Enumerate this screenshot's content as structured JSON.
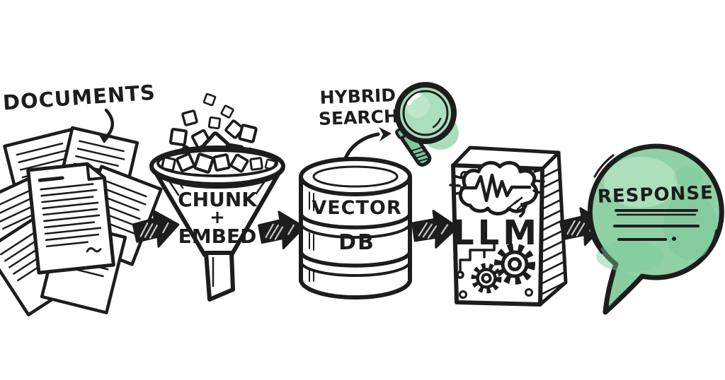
{
  "diagram_type": "hand-drawn RAG pipeline flow",
  "colors": {
    "ink": "#1d1d1d",
    "paper": "#ffffff",
    "green": "#8fd1a5",
    "green_light": "#b7e3c6",
    "green_mid": "#9bd7b0",
    "green_dark": "#7cc79a"
  },
  "flow": {
    "documents": {
      "label": "DOCUMENTS"
    },
    "chunk_embed": {
      "line1": "CHUNK",
      "line2": "+",
      "line3": "EMBED"
    },
    "hybrid_search": {
      "line1": "HYBRID",
      "line2": "SEARCH"
    },
    "vector_db": {
      "line1": "VECTOR",
      "line2": "DB"
    },
    "llm": {
      "label": "LLM"
    },
    "response": {
      "label": "RESPONSE"
    }
  },
  "icons": {
    "documents": "document-stack-icon",
    "chunk_embed": "funnel-icon",
    "hybrid_search": "magnifier-icon",
    "vector_db": "database-cylinder-icon",
    "llm": "chip-box-icon with brain-icon and gear-icons",
    "response": "speech-bubble-icon",
    "connector": "right-arrow-icon"
  },
  "connections": [
    {
      "from": "documents",
      "to": "chunk_embed"
    },
    {
      "from": "chunk_embed",
      "to": "vector_db"
    },
    {
      "from": "hybrid_search",
      "to": "vector_db"
    },
    {
      "from": "vector_db",
      "to": "llm"
    },
    {
      "from": "llm",
      "to": "response"
    }
  ]
}
